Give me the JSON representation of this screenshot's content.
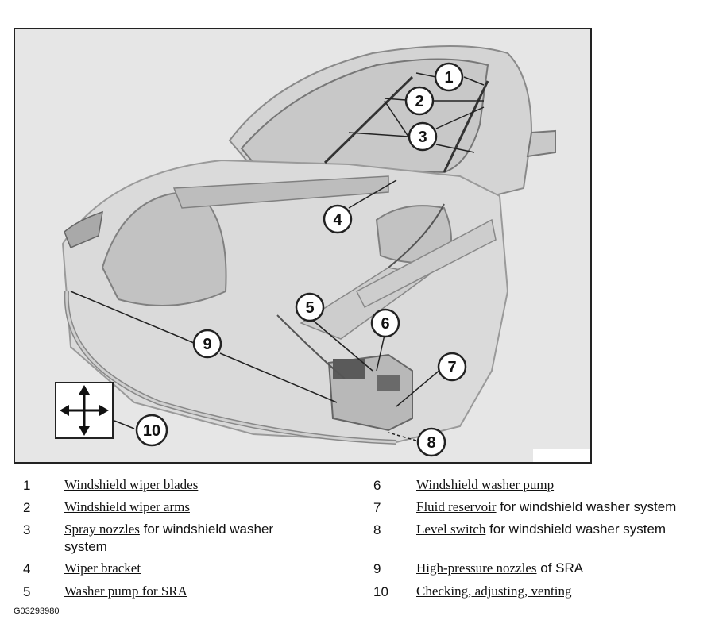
{
  "figure": {
    "callouts": [
      "1",
      "2",
      "3",
      "4",
      "5",
      "6",
      "7",
      "8",
      "9",
      "10"
    ]
  },
  "legend": [
    {
      "num": "1",
      "link": "Windshield wiper blades",
      "rest": ""
    },
    {
      "num": "2",
      "link": "Windshield wiper arms",
      "rest": ""
    },
    {
      "num": "3",
      "link": "Spray nozzles",
      "rest": " for windshield washer system"
    },
    {
      "num": "4",
      "link": "Wiper bracket",
      "rest": ""
    },
    {
      "num": "5",
      "link": "Washer pump for SRA",
      "rest": ""
    },
    {
      "num": "6",
      "link": "Windshield washer pump",
      "rest": ""
    },
    {
      "num": "7",
      "link": "Fluid reservoir",
      "rest": " for windshield washer system"
    },
    {
      "num": "8",
      "link": "Level switch",
      "rest": " for windshield washer system"
    },
    {
      "num": "9",
      "link": "High-pressure nozzles",
      "rest": " of SRA"
    },
    {
      "num": "10",
      "link": "Checking, adjusting, venting",
      "rest": ""
    }
  ],
  "figure_id": "G03293980"
}
